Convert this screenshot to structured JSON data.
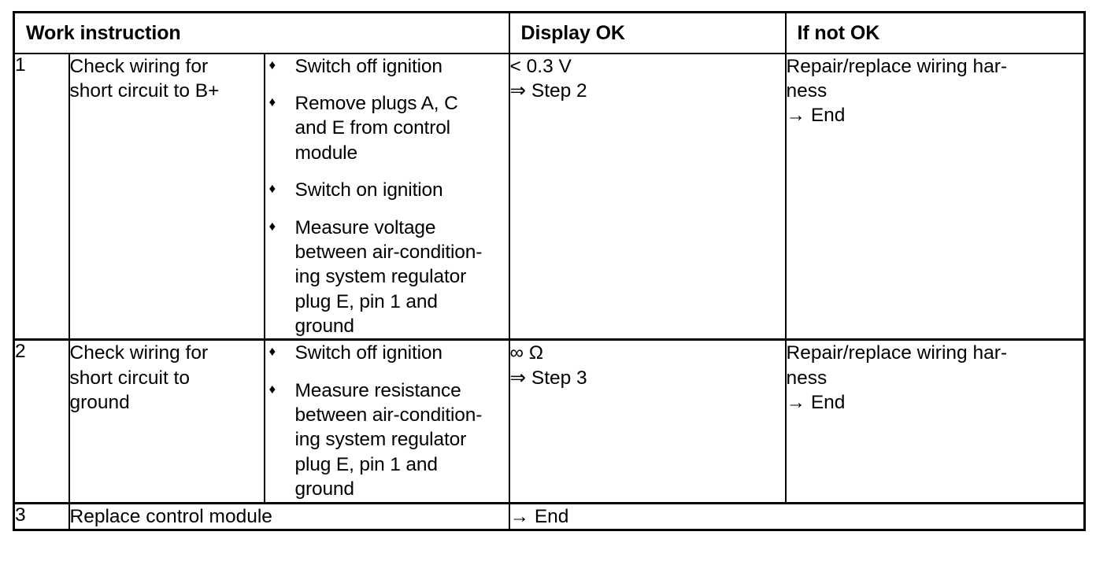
{
  "document": {
    "type": "diagnostic-work-instruction-table",
    "background_color": "#ffffff",
    "text_color": "#000000",
    "border_color": "#000000"
  },
  "table": {
    "headers": {
      "work_instruction": "Work instruction",
      "display_ok": "Display OK",
      "if_not_ok": "If not OK"
    },
    "rows": [
      {
        "number": "1",
        "description_lines": [
          "Check wiring for",
          "short circuit to B+"
        ],
        "bullet_glyph": "♦",
        "steps": [
          {
            "lines": [
              "Switch off ignition"
            ]
          },
          {
            "lines": [
              "Remove plugs A, C",
              "and E from control",
              "module"
            ]
          },
          {
            "lines": [
              "Switch on ignition"
            ]
          },
          {
            "lines": [
              "Measure voltage",
              "between air-condition-",
              "ing system regulator",
              "plug E, pin 1 and",
              "ground"
            ]
          }
        ],
        "display_ok_lines": [
          "< 0.3 V",
          "⇒ Step 2"
        ],
        "if_not_ok_lines": [
          "Repair/replace wiring har-",
          "ness",
          "→ End"
        ]
      },
      {
        "number": "2",
        "description_lines": [
          "Check wiring for",
          "short circuit to",
          "ground"
        ],
        "bullet_glyph": "♦",
        "steps": [
          {
            "lines": [
              "Switch off ignition"
            ]
          },
          {
            "lines": [
              "Measure resistance",
              "between air-condition-",
              "ing system regulator",
              "plug E, pin 1 and",
              "ground"
            ]
          }
        ],
        "display_ok_lines": [
          "∞ Ω",
          "⇒ Step 3"
        ],
        "if_not_ok_lines": [
          "Repair/replace wiring har-",
          "ness",
          "→ End"
        ]
      },
      {
        "number": "3",
        "description_lines": [
          "Replace control module"
        ],
        "display_ok_lines": [
          "→ End"
        ],
        "if_not_ok_lines": []
      }
    ]
  }
}
